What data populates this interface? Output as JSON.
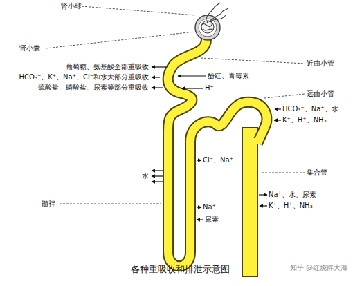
{
  "diagram": {
    "caption": "各种重吸收和排泄示意图",
    "labels": [
      "肾小球",
      "肾小囊",
      "近曲小管",
      "葡萄糖、氨基酸全部重吸收",
      "HCO₃⁻、K⁺、Na⁺、Cl⁻和水大部分重吸收",
      "硫酸盐、磷酸盐、尿素等部分重吸收",
      "酚红、青霉素",
      "H⁺",
      "远曲小管",
      "HCO₃⁻、Na⁺、水",
      "K⁺、H⁺、NH₃",
      "Cl⁻、Na⁺",
      "集合管",
      "水",
      "髓袢",
      "Na⁺、水、尿素",
      "K⁺、H⁺、NH₃",
      "Na⁺",
      "尿素",
      "知乎 @红烧胖大海"
    ]
  }
}
